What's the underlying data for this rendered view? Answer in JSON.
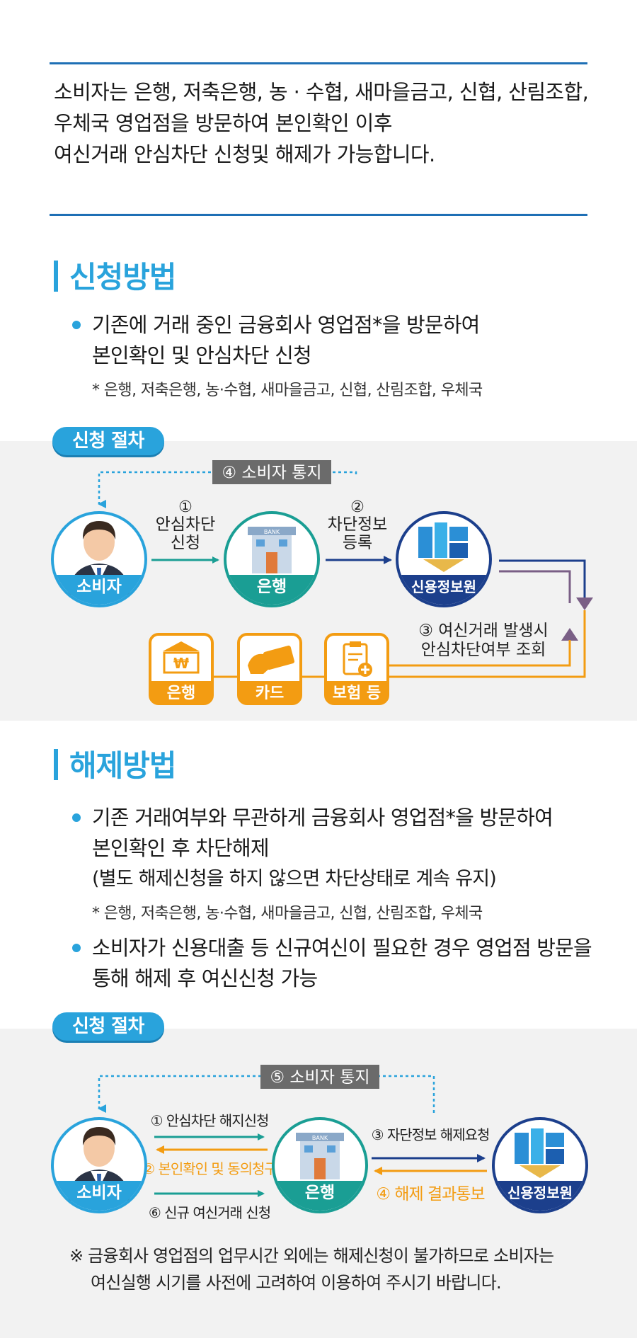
{
  "intro": {
    "lines": [
      "소비자는 은행, 저축은행, 농 · 수협, 새마을금고, 신협, 산림조합,",
      "우체국 영업점을 방문하여 본인확인 이후",
      "여신거래 안심차단 신청및 해제가 가능합니다."
    ]
  },
  "apply": {
    "title": "신청방법",
    "bullet_lines": [
      "기존에 거래 중인 금융회사 영업점*을 방문하여",
      "본인확인 및 안심차단 신청"
    ],
    "note": "* 은행, 저축은행, 농·수협, 새마을금고, 신협, 산림조합, 우체국",
    "procedure_label": "신청 절차",
    "diagram": {
      "notify": "④ 소비자 통지",
      "step1_num": "①",
      "step1_l1": "안심차단",
      "step1_l2": "신청",
      "step2_num": "②",
      "step2_l1": "차단정보",
      "step2_l2": "등록",
      "step3_l1": "③ 여신거래 발생시",
      "step3_l2": "안심차단여부 조회",
      "consumer": "소비자",
      "bank": "은행",
      "kcis": "신용정보원",
      "bank_building_sign": "BANK",
      "institutions": [
        "은행",
        "카드",
        "보험 등"
      ]
    }
  },
  "release": {
    "title": "해제방법",
    "bullet1_lines": [
      "기존 거래여부와 무관하게 금융회사 영업점*을 방문하여",
      "본인확인 후 차단해제",
      "(별도 해제신청을 하지 않으면 차단상태로 계속 유지)"
    ],
    "note": "* 은행, 저축은행, 농·수협, 새마을금고, 신협, 산림조합, 우체국",
    "bullet2_lines": [
      "소비자가 신용대출 등 신규여신이 필요한 경우 영업점 방문을",
      "통해 해제 후 여신신청 가능"
    ],
    "procedure_label": "신청 절차",
    "diagram": {
      "notify": "⑤ 소비자 통지",
      "step1": "① 안심차단 해지신청",
      "step2": "② 본인확인 및 동의청구",
      "step6": "⑥ 신규 여신거래 신청",
      "step3": "③ 자단정보 해제요청",
      "step4": "④ 해제 결과통보",
      "consumer": "소비자",
      "bank": "은행",
      "kcis": "신용정보원",
      "bank_building_sign": "BANK"
    },
    "caution_lines": [
      "※ 금융회사 영업점의 업무시간 외에는 해제신청이 불가하므로 소비자는",
      "여신실행 시기를 사전에 고려하여 이용하여 주시기 바랍니다."
    ]
  },
  "colors": {
    "accent_blue": "#29a3dc",
    "teal": "#1a9e94",
    "navy": "#1c3f8c",
    "orange": "#f39c12",
    "purple": "#7a5f86"
  }
}
